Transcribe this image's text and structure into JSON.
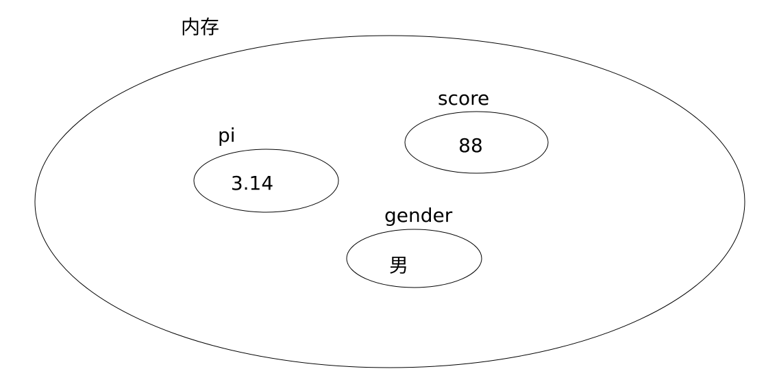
{
  "diagram": {
    "container_label": "内存",
    "variables": [
      {
        "name": "pi",
        "value": "3.14"
      },
      {
        "name": "score",
        "value": "88"
      },
      {
        "name": "gender",
        "value": "男"
      }
    ],
    "stroke_color": "#000000",
    "background_color": "#ffffff"
  }
}
